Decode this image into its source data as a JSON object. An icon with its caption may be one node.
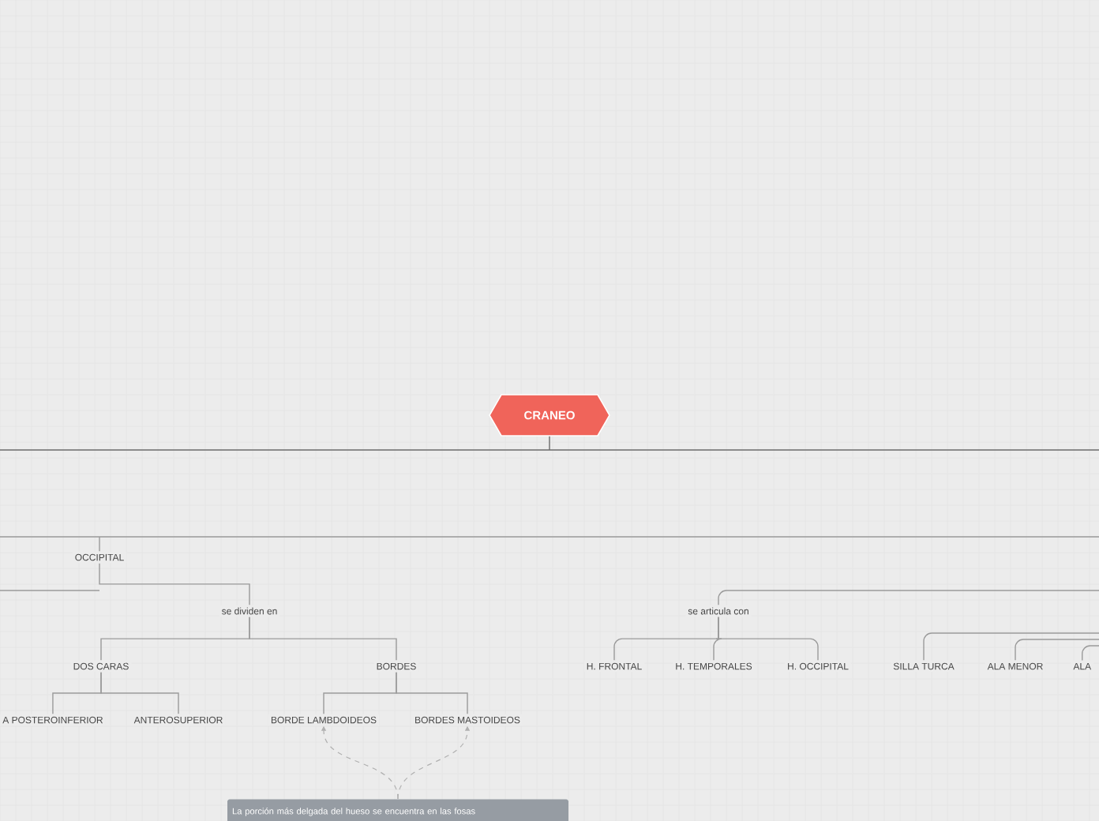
{
  "diagram": {
    "nodes": [
      {
        "text": [
          "CRANEO"
        ]
      },
      {
        "text": [
          "OCCIPITAL"
        ]
      },
      {
        "text": [
          "se dividen en"
        ]
      },
      {
        "text": [
          "DOS CARAS"
        ]
      },
      {
        "text": [
          "BORDES"
        ]
      },
      {
        "text": [
          "A POSTEROINFERIOR"
        ]
      },
      {
        "text": [
          "ANTEROSUPERIOR"
        ]
      },
      {
        "text": [
          "BORDE LAMBDOIDEOS"
        ]
      },
      {
        "text": [
          "BORDES MASTOIDEOS"
        ]
      },
      {
        "text": [
          "se articula con"
        ]
      },
      {
        "text": [
          "H. FRONTAL"
        ]
      },
      {
        "text": [
          "H. TEMPORALES"
        ]
      },
      {
        "text": [
          "H. OCCIPITAL"
        ]
      },
      {
        "text": [
          "SILLA TURCA"
        ]
      },
      {
        "text": [
          "ALA MENOR"
        ]
      },
      {
        "text": [
          "ALA"
        ]
      },
      {
        "text": [
          "La porción más delgada del hueso se encuentra en las fosas"
        ]
      }
    ],
    "edges": [
      {
        "from": 0,
        "to": null,
        "arrow": "none",
        "color": "#6b6b6b"
      },
      {
        "from": null,
        "to": 1,
        "arrow": "none"
      },
      {
        "from": 1,
        "to": 2,
        "arrow": "none"
      },
      {
        "from": 2,
        "to": 3,
        "arrow": "none"
      },
      {
        "from": 2,
        "to": 4,
        "arrow": "none"
      },
      {
        "from": 3,
        "to": 5,
        "arrow": "none"
      },
      {
        "from": 3,
        "to": 6,
        "arrow": "none"
      },
      {
        "from": 4,
        "to": 7,
        "arrow": "none"
      },
      {
        "from": 4,
        "to": 8,
        "arrow": "none"
      },
      {
        "from": null,
        "to": 9,
        "arrow": "none"
      },
      {
        "from": 9,
        "to": 10,
        "arrow": "none"
      },
      {
        "from": 9,
        "to": 11,
        "arrow": "none"
      },
      {
        "from": 9,
        "to": 12,
        "arrow": "none"
      },
      {
        "from": null,
        "to": 13,
        "arrow": "none"
      },
      {
        "from": null,
        "to": 14,
        "arrow": "none"
      },
      {
        "from": null,
        "to": 15,
        "arrow": "none"
      },
      {
        "from": 16,
        "to": 7,
        "arrow": "to",
        "style": "dashed",
        "color": "#b0b0b0"
      },
      {
        "from": 16,
        "to": 8,
        "arrow": "to",
        "style": "dashed",
        "color": "#b0b0b0"
      }
    ]
  }
}
